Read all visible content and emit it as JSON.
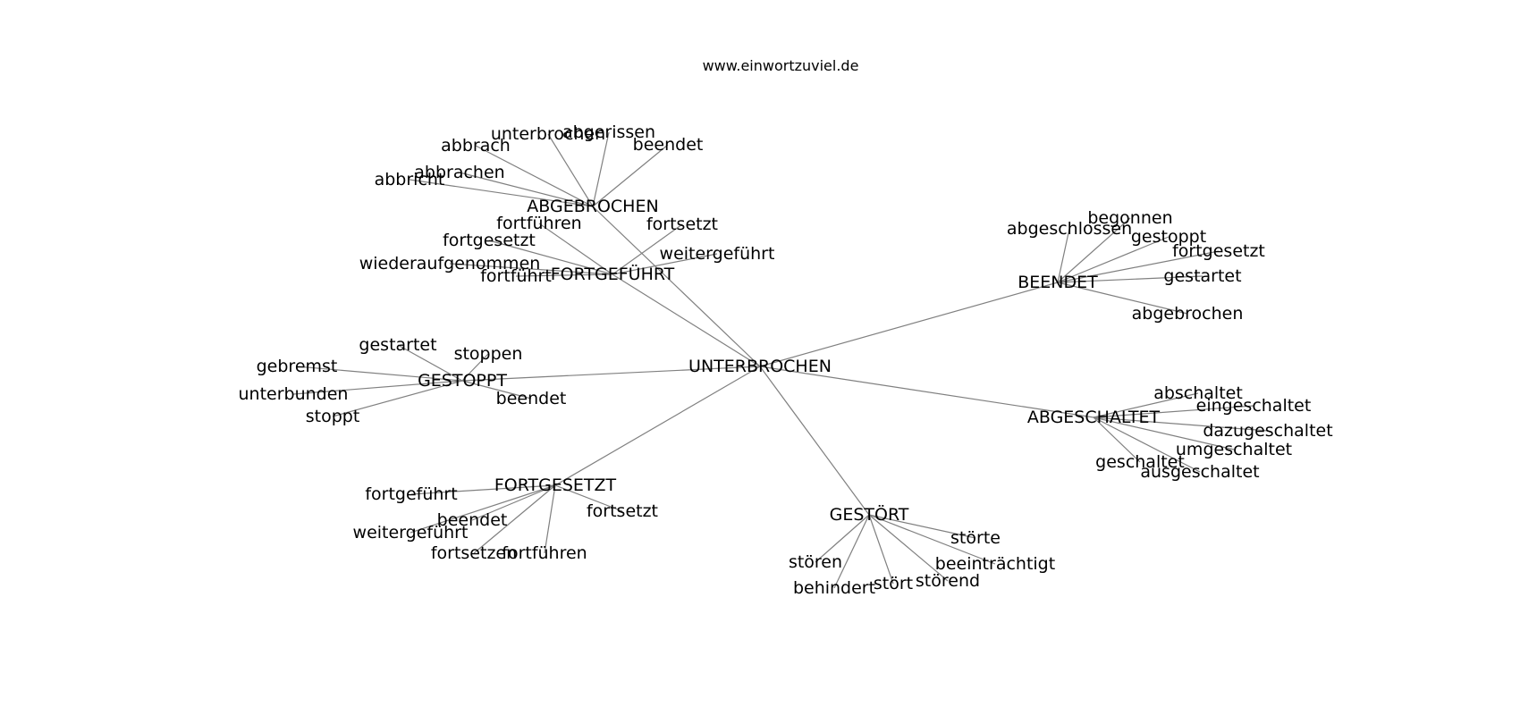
{
  "site_label": "www.einwortzuviel.de",
  "center": "UNTERBROCHEN",
  "hubs": [
    {
      "label": "ABGEBROCHEN",
      "leaves": [
        "abbrach",
        "unterbrochen",
        "abgerissen",
        "beendet",
        "abbrachen",
        "abbricht"
      ]
    },
    {
      "label": "FORTGEFÜHRT",
      "leaves": [
        "fortführen",
        "fortsetzt",
        "fortgesetzt",
        "weitergeführt",
        "wiederaufgenommen",
        "fortführt"
      ]
    },
    {
      "label": "BEENDET",
      "leaves": [
        "begonnen",
        "abgeschlossen",
        "gestoppt",
        "fortgesetzt",
        "gestartet",
        "abgebrochen"
      ]
    },
    {
      "label": "GESTOPPT",
      "leaves": [
        "gestartet",
        "stoppen",
        "gebremst",
        "unterbunden",
        "beendet",
        "stoppt"
      ]
    },
    {
      "label": "ABGESCHALTET",
      "leaves": [
        "abschaltet",
        "eingeschaltet",
        "dazugeschaltet",
        "umgeschaltet",
        "geschaltet",
        "ausgeschaltet"
      ]
    },
    {
      "label": "FORTGESETZT",
      "leaves": [
        "fortgeführt",
        "fortsetzt",
        "beendet",
        "weitergeführt",
        "fortsetzen",
        "fortführen"
      ]
    },
    {
      "label": "GESTÖRT",
      "leaves": [
        "störte",
        "stören",
        "beeinträchtigt",
        "stört",
        "störend",
        "behindert"
      ]
    }
  ]
}
